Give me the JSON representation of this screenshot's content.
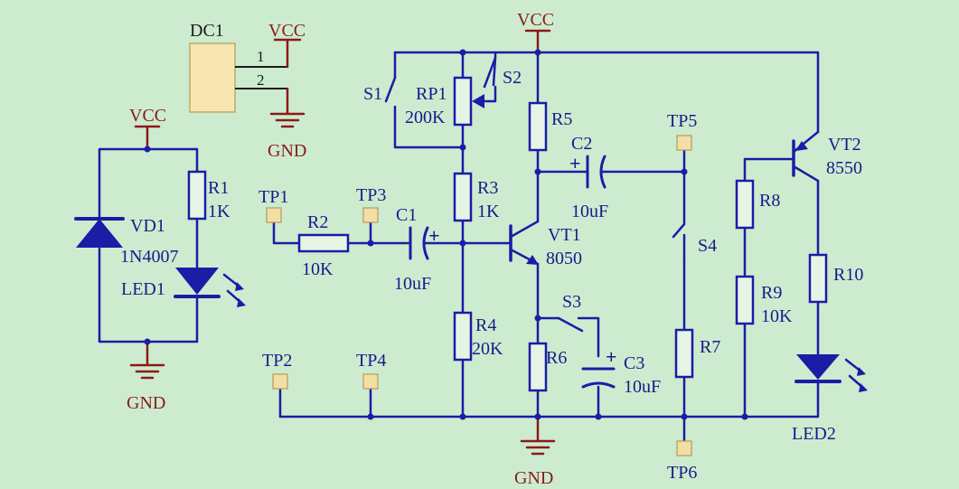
{
  "power": {
    "vcc": "VCC",
    "gnd": "GND"
  },
  "dc1": {
    "ref": "DC1",
    "pin1": "1",
    "pin2": "2"
  },
  "components": {
    "r1": {
      "ref": "R1",
      "value": "1K"
    },
    "vd1": {
      "ref": "VD1",
      "value": "1N4007"
    },
    "led1": {
      "ref": "LED1"
    },
    "tp1": {
      "ref": "TP1"
    },
    "tp2": {
      "ref": "TP2"
    },
    "tp3": {
      "ref": "TP3"
    },
    "tp4": {
      "ref": "TP4"
    },
    "tp5": {
      "ref": "TP5"
    },
    "tp6": {
      "ref": "TP6"
    },
    "r2": {
      "ref": "R2",
      "value": "10K"
    },
    "c1": {
      "ref": "C1",
      "value": "10uF"
    },
    "s1": {
      "ref": "S1"
    },
    "rp1": {
      "ref": "RP1",
      "value": "200K"
    },
    "s2": {
      "ref": "S2"
    },
    "r3": {
      "ref": "R3",
      "value": "1K"
    },
    "r4": {
      "ref": "R4",
      "value": "20K"
    },
    "r5": {
      "ref": "R5"
    },
    "vt1": {
      "ref": "VT1",
      "value": "8050"
    },
    "r6": {
      "ref": "R6"
    },
    "s3": {
      "ref": "S3"
    },
    "c3": {
      "ref": "C3",
      "value": "10uF"
    },
    "c2": {
      "ref": "C2",
      "value": "10uF"
    },
    "s4": {
      "ref": "S4"
    },
    "r7": {
      "ref": "R7"
    },
    "r8": {
      "ref": "R8"
    },
    "r9": {
      "ref": "R9",
      "value": "10K"
    },
    "vt2": {
      "ref": "VT2",
      "value": "8550"
    },
    "r10": {
      "ref": "R10"
    },
    "led2": {
      "ref": "LED2"
    }
  },
  "polarity": {
    "plus": "+"
  }
}
